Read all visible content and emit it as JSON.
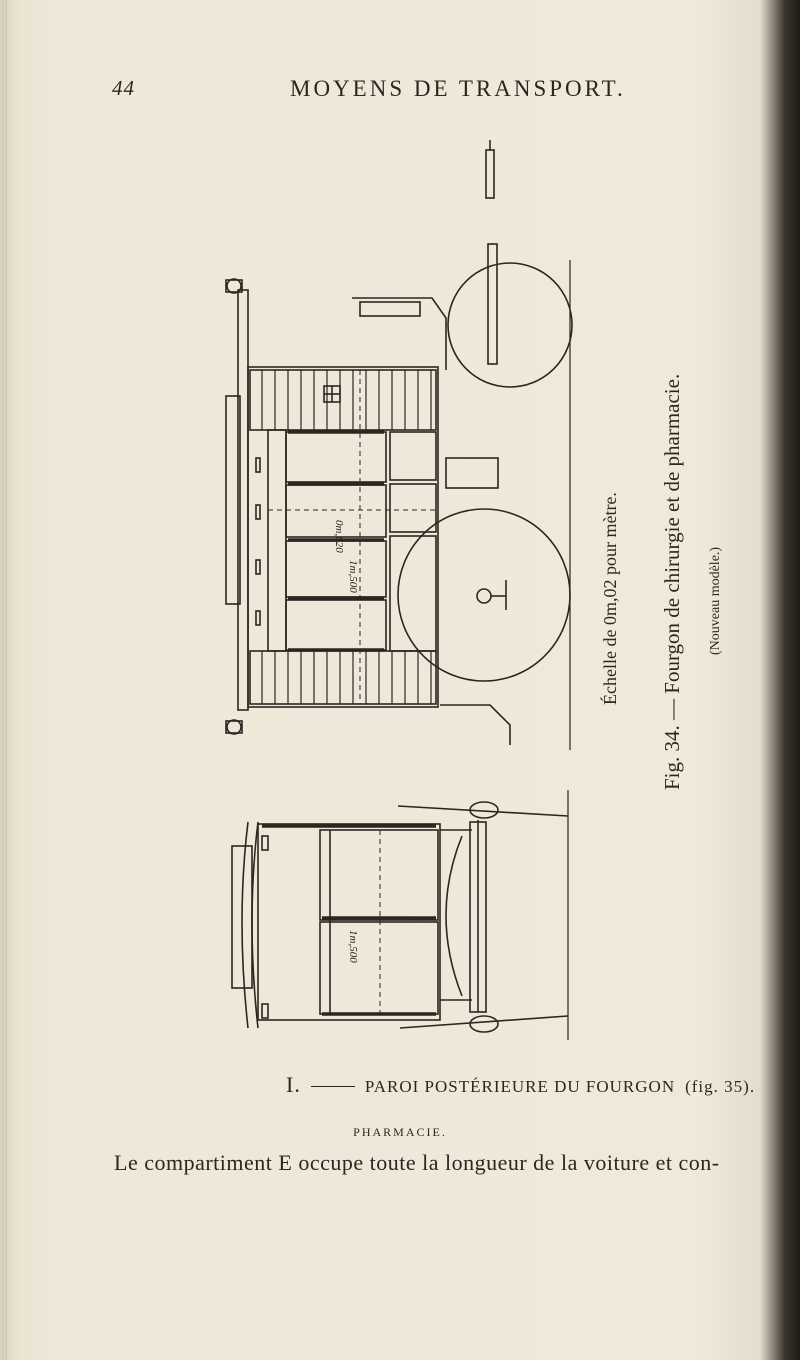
{
  "page": {
    "number": "44",
    "running_head": "MOYENS DE TRANSPORT."
  },
  "figure": {
    "scale_note": "Échelle de 0m,02 pour mètre.",
    "caption": "Fig. 34. — Fourgon de chirurgie et de pharmacie.",
    "model_note": "(Nouveau modèle.)",
    "dimension_labels": [
      "0m,620",
      "1m,500",
      "1m,500"
    ]
  },
  "subfigure": {
    "roman": "I.",
    "label": "PAROI POSTÉRIEURE DU FOURGON",
    "ref": "(fig. 35)."
  },
  "section": {
    "heading": "PHARMACIE."
  },
  "body": {
    "text": "Le compartiment E occupe toute la longueur de la voiture et con-"
  },
  "colors": {
    "paper": "#efe9da",
    "ink": "#2b2620"
  }
}
